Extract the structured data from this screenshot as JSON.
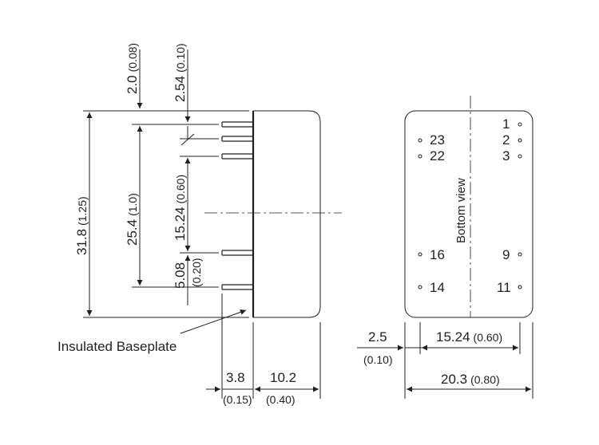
{
  "dimensions": {
    "top_gap_mm": "2.0",
    "top_gap_in": "(0.08)",
    "top_pitch_mm": "2.54",
    "top_pitch_in": "(0.10)",
    "overall_height_mm": "31.8",
    "overall_height_in": "(1.25)",
    "pin_span_mm": "25.4",
    "pin_span_in": "(1.0)",
    "mid_span_mm": "15.24",
    "mid_span_in": "(0.60)",
    "bottom_pitch_mm": "5.08",
    "bottom_pitch_in": "(0.20)",
    "pin_length_mm": "3.8",
    "pin_length_in": "(0.15)",
    "body_depth_mm": "10.2",
    "body_depth_in": "(0.40)",
    "edge_offset_mm": "2.5",
    "edge_offset_in": "(0.10)",
    "row_spacing_mm": "15.24",
    "row_spacing_in": "(0.60)",
    "overall_width_mm": "20.3",
    "overall_width_in": "(0.80)"
  },
  "labels": {
    "baseplate": "Insulated Baseplate",
    "bottom_view": "Bottom view"
  },
  "pins": {
    "p1": "1",
    "p2": "2",
    "p3": "3",
    "p9": "9",
    "p11": "11",
    "p14": "14",
    "p16": "16",
    "p22": "22",
    "p23": "23"
  }
}
